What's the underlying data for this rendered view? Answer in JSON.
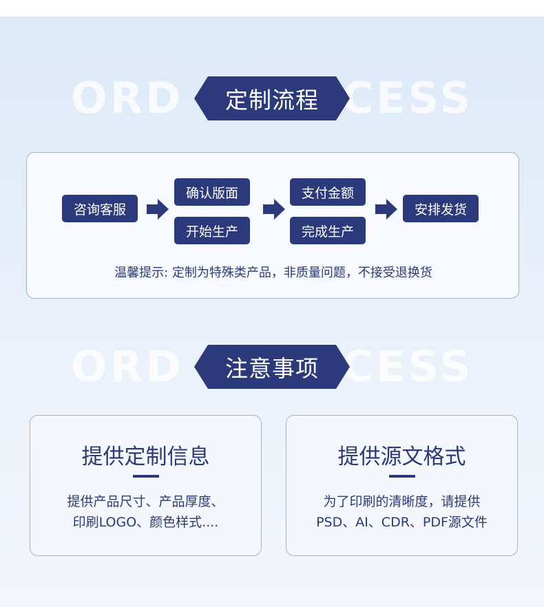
{
  "process_section": {
    "bg_word_left": "ORD",
    "bg_word_right": "CESS",
    "title": "定制流程"
  },
  "process": {
    "steps": {
      "consult": "咨询客服",
      "confirm_layout": "确认版面",
      "start_production": "开始生产",
      "pay": "支付金额",
      "finish_production": "完成生产",
      "ship": "安排发货"
    },
    "tip": "温馨提示: 定制为特殊类产品，非质量问题，不接受退换货"
  },
  "notes_section": {
    "bg_word_left": "ORD",
    "bg_word_right": "CESS",
    "title": "注意事项"
  },
  "notes": [
    {
      "title": "提供定制信息",
      "line1": "提供产品尺寸、产品厚度、",
      "line2": "印刷LOGO、颜色样式...."
    },
    {
      "title": "提供源文格式",
      "line1": "为了印刷的清晰度，请提供",
      "line2": "PSD、AI、CDR、PDF源文件"
    }
  ],
  "colors": {
    "accent": "#2c3a7c",
    "background": "#e6eefa",
    "card": "#f6f9fd"
  },
  "icons": [
    "right-arrow-icon"
  ]
}
